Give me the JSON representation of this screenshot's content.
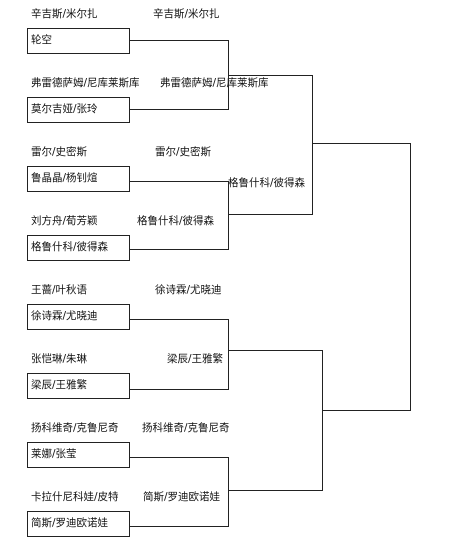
{
  "round1": [
    {
      "top": "辛吉斯/米尔扎",
      "bottom": "轮空"
    },
    {
      "top": "弗雷德萨姆/尼库莱斯库",
      "bottom": "莫尔吉娅/张玲"
    },
    {
      "top": "雷尔/史密斯",
      "bottom": "鲁晶晶/杨钊煊"
    },
    {
      "top": "刘方舟/荀芳颖",
      "bottom": "格鲁什科/彼得森"
    },
    {
      "top": "王蔷/叶秋语",
      "bottom": "徐诗霖/尤晓迪"
    },
    {
      "top": "张恺琳/朱琳",
      "bottom": "梁辰/王雅繁"
    },
    {
      "top": "扬科维奇/克鲁尼奇",
      "bottom": "莱娜/张莹"
    },
    {
      "top": "卡拉什尼科娃/皮特",
      "bottom": "简斯/罗迪欧诺娃"
    }
  ],
  "round2": [
    "辛吉斯/米尔扎",
    "弗雷德萨姆/尼库莱斯库",
    "雷尔/史密斯",
    "格鲁什科/彼得森",
    "徐诗霖/尤晓迪",
    "梁辰/王雅繁",
    "扬科维奇/克鲁尼奇",
    "简斯/罗迪欧诺娃"
  ],
  "round3": [
    "格鲁什科/彼得森"
  ]
}
